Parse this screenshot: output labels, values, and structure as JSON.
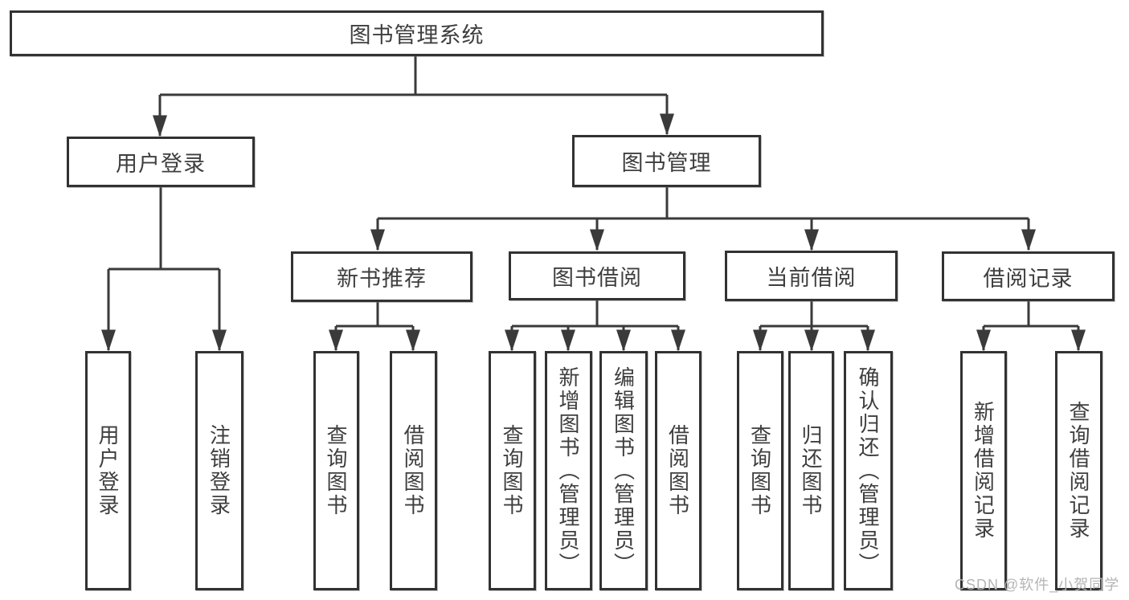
{
  "diagram": {
    "type": "hierarchy-tree",
    "root": {
      "label": "图书管理系统"
    },
    "level2": [
      {
        "label": "用户登录",
        "parent": "图书管理系统"
      },
      {
        "label": "图书管理",
        "parent": "图书管理系统"
      }
    ],
    "level3": [
      {
        "label": "新书推荐",
        "parent": "图书管理"
      },
      {
        "label": "图书借阅",
        "parent": "图书管理"
      },
      {
        "label": "当前借阅",
        "parent": "图书管理"
      },
      {
        "label": "借阅记录",
        "parent": "图书管理"
      }
    ],
    "level4": [
      {
        "label": "用户登录",
        "parent": "用户登录"
      },
      {
        "label": "注销登录",
        "parent": "用户登录"
      },
      {
        "label": "查询图书",
        "parent": "新书推荐"
      },
      {
        "label": "借阅图书",
        "parent": "新书推荐"
      },
      {
        "label": "查询图书",
        "parent": "图书借阅"
      },
      {
        "label": "新增图书（管理员）",
        "parent": "图书借阅"
      },
      {
        "label": "编辑图书（管理员）",
        "parent": "图书借阅"
      },
      {
        "label": "借阅图书",
        "parent": "图书借阅"
      },
      {
        "label": "查询图书",
        "parent": "当前借阅"
      },
      {
        "label": "归还图书",
        "parent": "当前借阅"
      },
      {
        "label": "确认归还（管理员）",
        "parent": "当前借阅"
      },
      {
        "label": "新增借阅记录",
        "parent": "借阅记录"
      },
      {
        "label": "查询借阅记录",
        "parent": "借阅记录"
      }
    ]
  },
  "watermark": {
    "text": "CSDN @软件_小贺同学"
  },
  "colors": {
    "line": "#3a3a3a",
    "box_border": "#323232",
    "text": "#3e3e3e",
    "watermark": "#b5b5b5",
    "background": "#ffffff"
  }
}
